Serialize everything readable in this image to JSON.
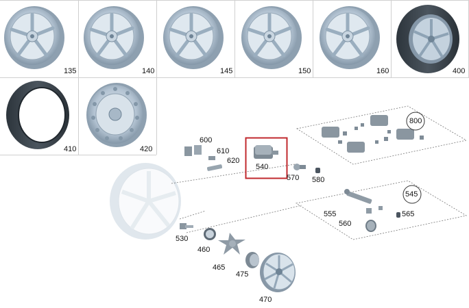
{
  "grid": {
    "row1": [
      "135",
      "140",
      "145",
      "150",
      "160",
      "400"
    ],
    "row2": [
      "410",
      "420"
    ]
  },
  "parts": {
    "p600": "600",
    "p610": "610",
    "p620": "620",
    "p540": "540",
    "p570": "570",
    "p580": "580",
    "p800": "800",
    "p545": "545",
    "p555": "555",
    "p560": "560",
    "p565": "565",
    "p530": "530",
    "p460": "460",
    "p465": "465",
    "p475": "475",
    "p470": "470"
  },
  "colors": {
    "highlight": "#c0282d",
    "wheel": "#b7c7d6",
    "tire": "#3e4750",
    "line": "#555555"
  }
}
